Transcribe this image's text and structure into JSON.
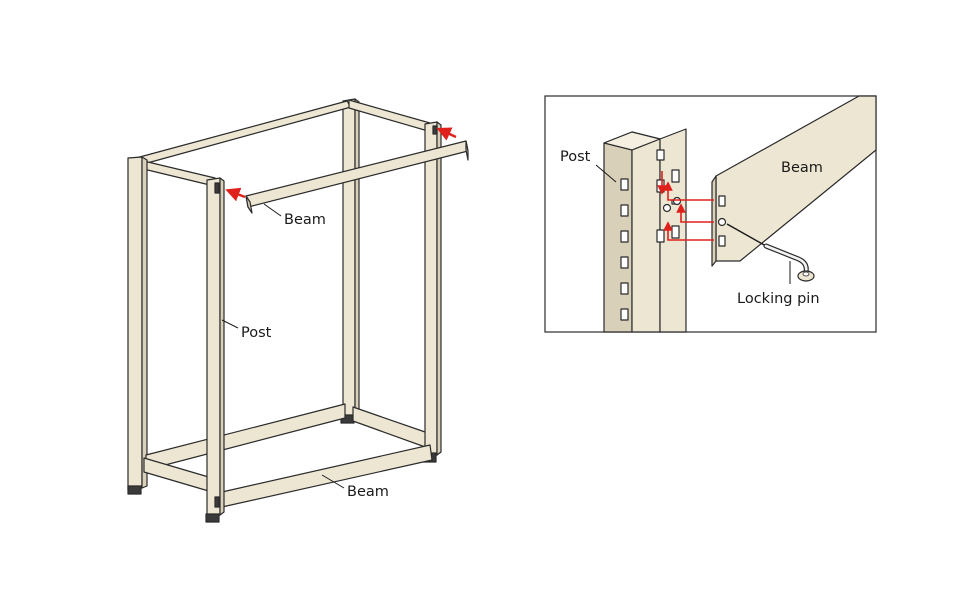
{
  "labels": {
    "beam_top": "Beam",
    "post_main": "Post",
    "beam_bottom": "Beam",
    "post_detail": "Post",
    "beam_detail": "Beam",
    "locking_pin": "Locking pin"
  },
  "colors": {
    "frame_fill": "#ede6d3",
    "frame_side": "#d9d0b9",
    "outline": "#2b2b2b",
    "arrow": "#e0201b",
    "dark_part": "#3a3a3a"
  }
}
